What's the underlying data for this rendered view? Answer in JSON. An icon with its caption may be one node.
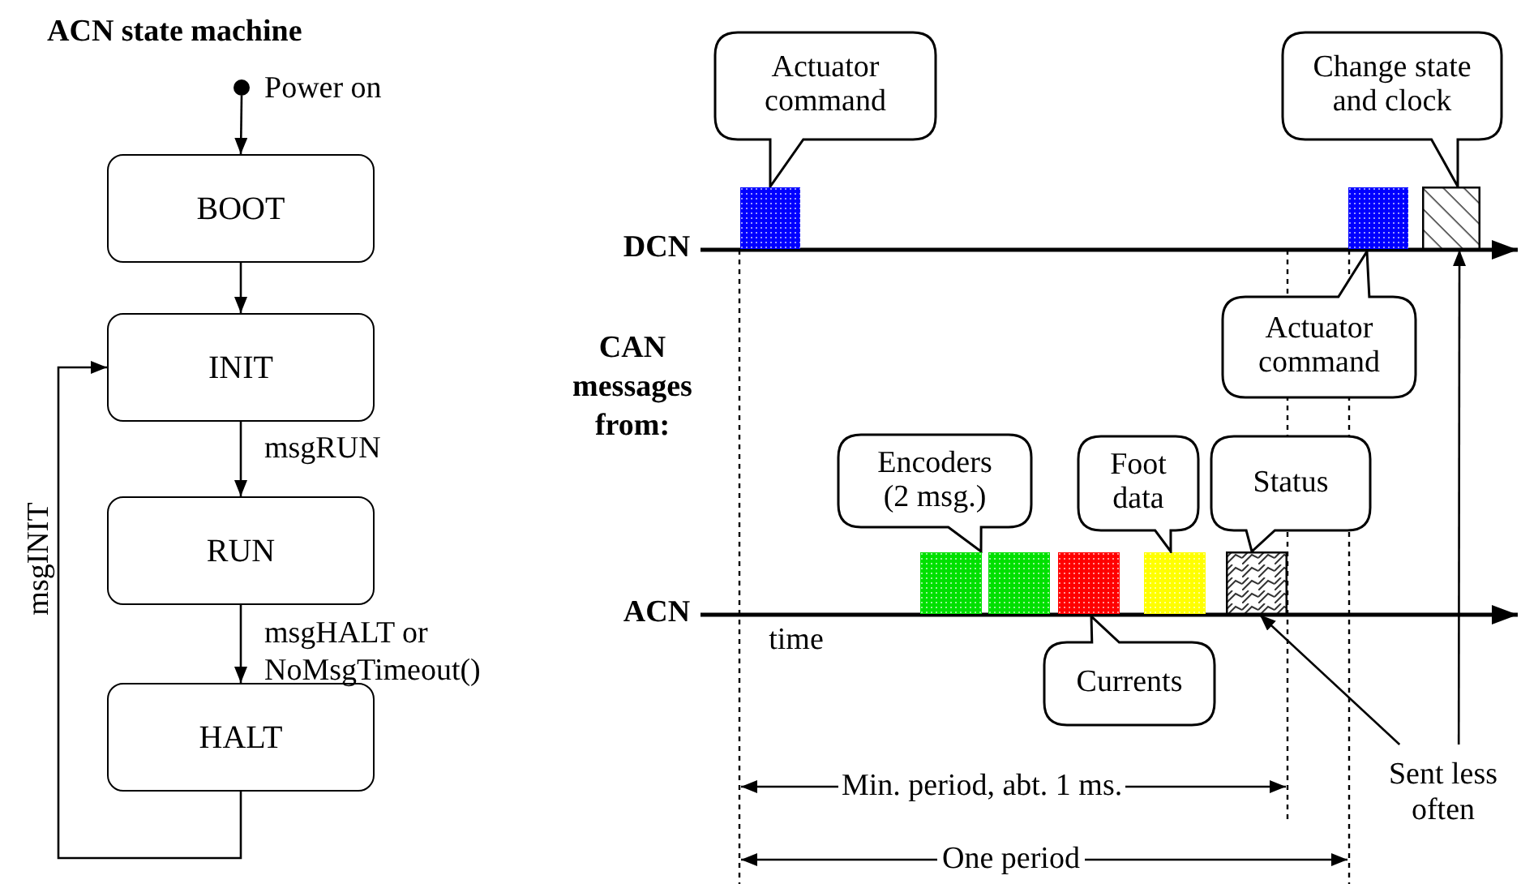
{
  "diagram": {
    "title": "ACN state machine",
    "nodes": [
      {
        "text": [],
        "shape": "circle",
        "beside": [
          "Power on"
        ]
      },
      {
        "text": [
          "BOOT"
        ]
      },
      {
        "text": [
          "INIT"
        ]
      },
      {
        "text": [
          "RUN"
        ]
      },
      {
        "text": [
          "HALT"
        ]
      },
      {
        "text": [
          "Actuator command"
        ]
      },
      {
        "text": [],
        "shape": "box"
      },
      {
        "text": [
          "Change state and clock"
        ]
      },
      {
        "text": [],
        "shape": "box"
      },
      {
        "text": [],
        "shape": "box"
      },
      {
        "text": [
          "Actuator command"
        ]
      },
      {
        "text": [
          "Encoders (2 msg.)"
        ]
      },
      {
        "text": [],
        "shape": "box"
      },
      {
        "text": [],
        "shape": "box"
      },
      {
        "text": [],
        "shape": "box"
      },
      {
        "text": [],
        "shape": "box"
      },
      {
        "text": [],
        "shape": "box"
      },
      {
        "text": [
          "Foot data"
        ]
      },
      {
        "text": [
          "Status"
        ]
      },
      {
        "text": [
          "Currents"
        ]
      },
      {
        "text": [
          "Sent less often"
        ]
      }
    ],
    "edges": [
      {
        "from": 0,
        "to": 1,
        "arrow": "to"
      },
      {
        "from": 1,
        "to": 2,
        "arrow": "to"
      },
      {
        "from": 2,
        "to": 3,
        "arrow": "to",
        "label": "msgRUN"
      },
      {
        "from": 3,
        "to": 4,
        "arrow": "to",
        "label": "msgHALT or NoMsgTimeout()"
      },
      {
        "from": 4,
        "to": 2,
        "arrow": "to",
        "label": "msgINIT"
      },
      {
        "from": 20,
        "to": 16,
        "arrow": "to"
      },
      {
        "from": 20,
        "to": 9,
        "arrow": "to"
      }
    ],
    "labels": [
      "DCN",
      "CAN messages from:",
      "ACN",
      "time",
      "Min. period, abt. 1 ms.",
      "One period"
    ]
  }
}
